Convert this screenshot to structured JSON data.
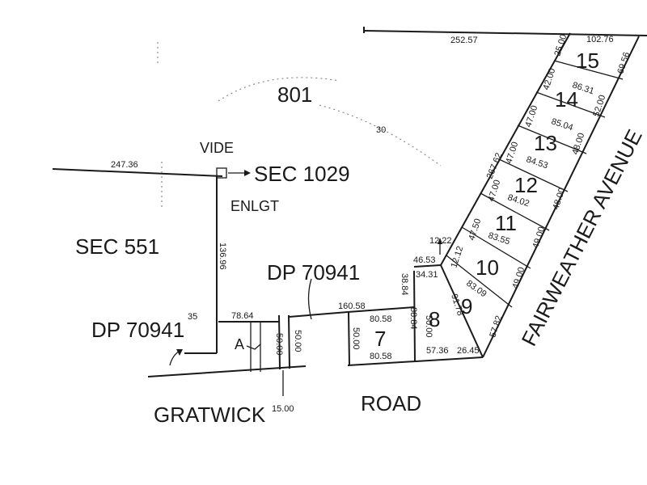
{
  "labels": {
    "parcel_801": "801",
    "sec_1029": "SEC 1029",
    "sec_551": "SEC 551",
    "dp_main": "DP 70941",
    "dp_left": "DP 70941",
    "vide": "VIDE",
    "enlgt": "ENLGT",
    "gratwick": "GRATWICK",
    "road": "ROAD",
    "fairweather_avenue": "FAIRWEATHER AVENUE",
    "parcel_a": "A"
  },
  "lots": [
    "7",
    "8",
    "9",
    "10",
    "11",
    "12",
    "13",
    "14",
    "15"
  ],
  "dims": {
    "d_252_57": "252.57",
    "d_102_76": "102.76",
    "d_25_00": "25.00",
    "d_69_56": "69.56",
    "d_42_00": "42.00",
    "d_86_31": "86.31",
    "d_52_00": "52.00",
    "d_47_00a": "47.00",
    "d_85_04": "85.04",
    "d_48_00a": "48.00",
    "d_267_62": "267.62",
    "d_47_00b": "47.00",
    "d_84_53": "84.53",
    "d_47_00c": "47.00",
    "d_84_02": "84.02",
    "d_48_00b": "48.00",
    "d_47_50": "47.50",
    "d_83_55": "83.55",
    "d_49_00a": "49.00",
    "d_12_12": "12.12",
    "d_83_09": "83.09",
    "d_49_00b": "49.00",
    "d_57_82": "57.82",
    "d_91_78": "91.78",
    "d_26_45": "26.45",
    "d_57_36": "57.36",
    "d_12_22": "12.22",
    "d_46_53": "46.53",
    "d_34_31": "34.31",
    "d_38_84": "38.84",
    "d_88_84": "88.84",
    "d_50_00_lot8": "50.00",
    "d_80_58_top": "80.58",
    "d_80_58_bot": "80.58",
    "d_50_00_lot7": "50.00",
    "d_160_58": "160.58",
    "d_78_64": "78.64",
    "d_50_00_a1": "50.00",
    "d_50_00_a2": "50.00",
    "d_15_00": "15.00",
    "d_136_96": "136.96",
    "d_247_36": "247.36",
    "d_35": "35",
    "d_30": "30"
  }
}
